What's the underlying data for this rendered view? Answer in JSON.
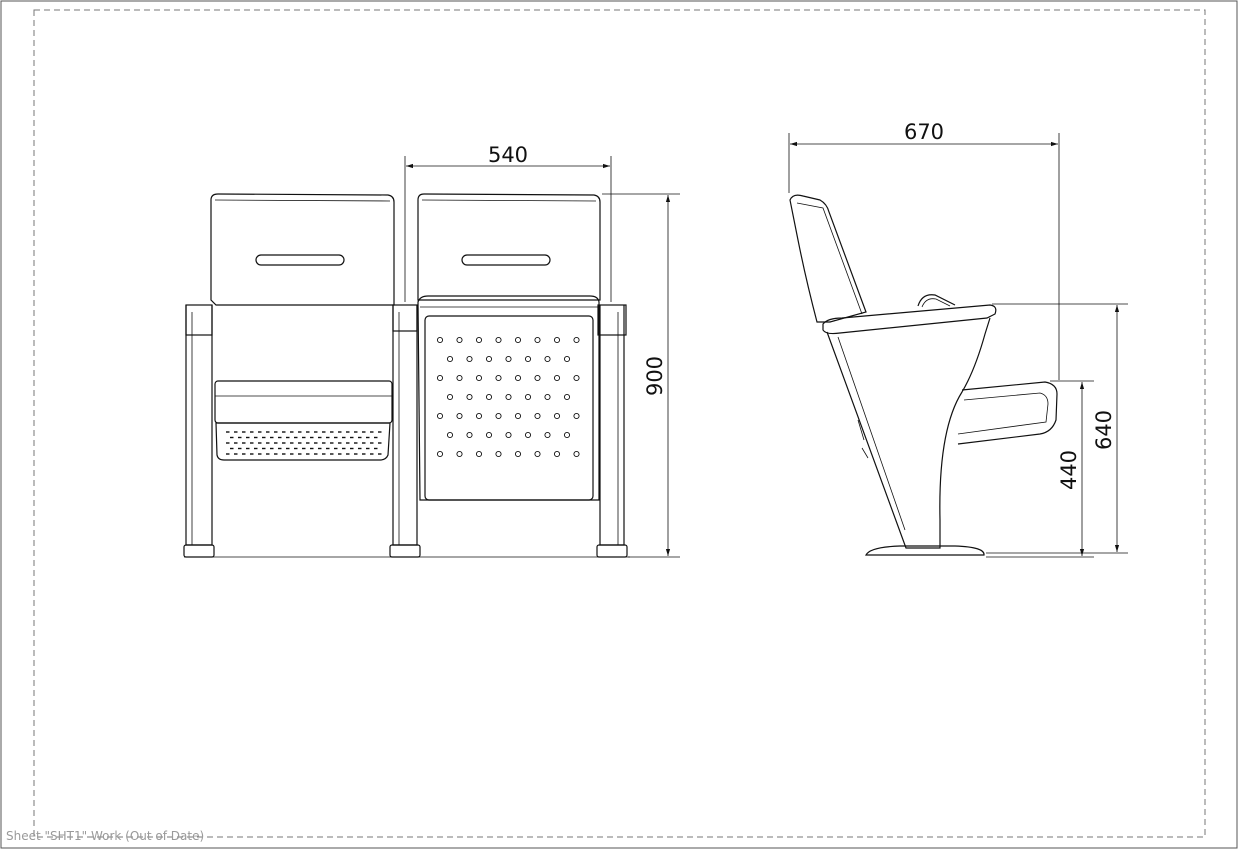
{
  "dimensions": {
    "front_width": "540",
    "front_height": "900",
    "side_depth": "670",
    "side_height": "640",
    "seat_height": "440"
  },
  "sheet_label": "Sheet \"SHT1\" Work (Out of Date)"
}
